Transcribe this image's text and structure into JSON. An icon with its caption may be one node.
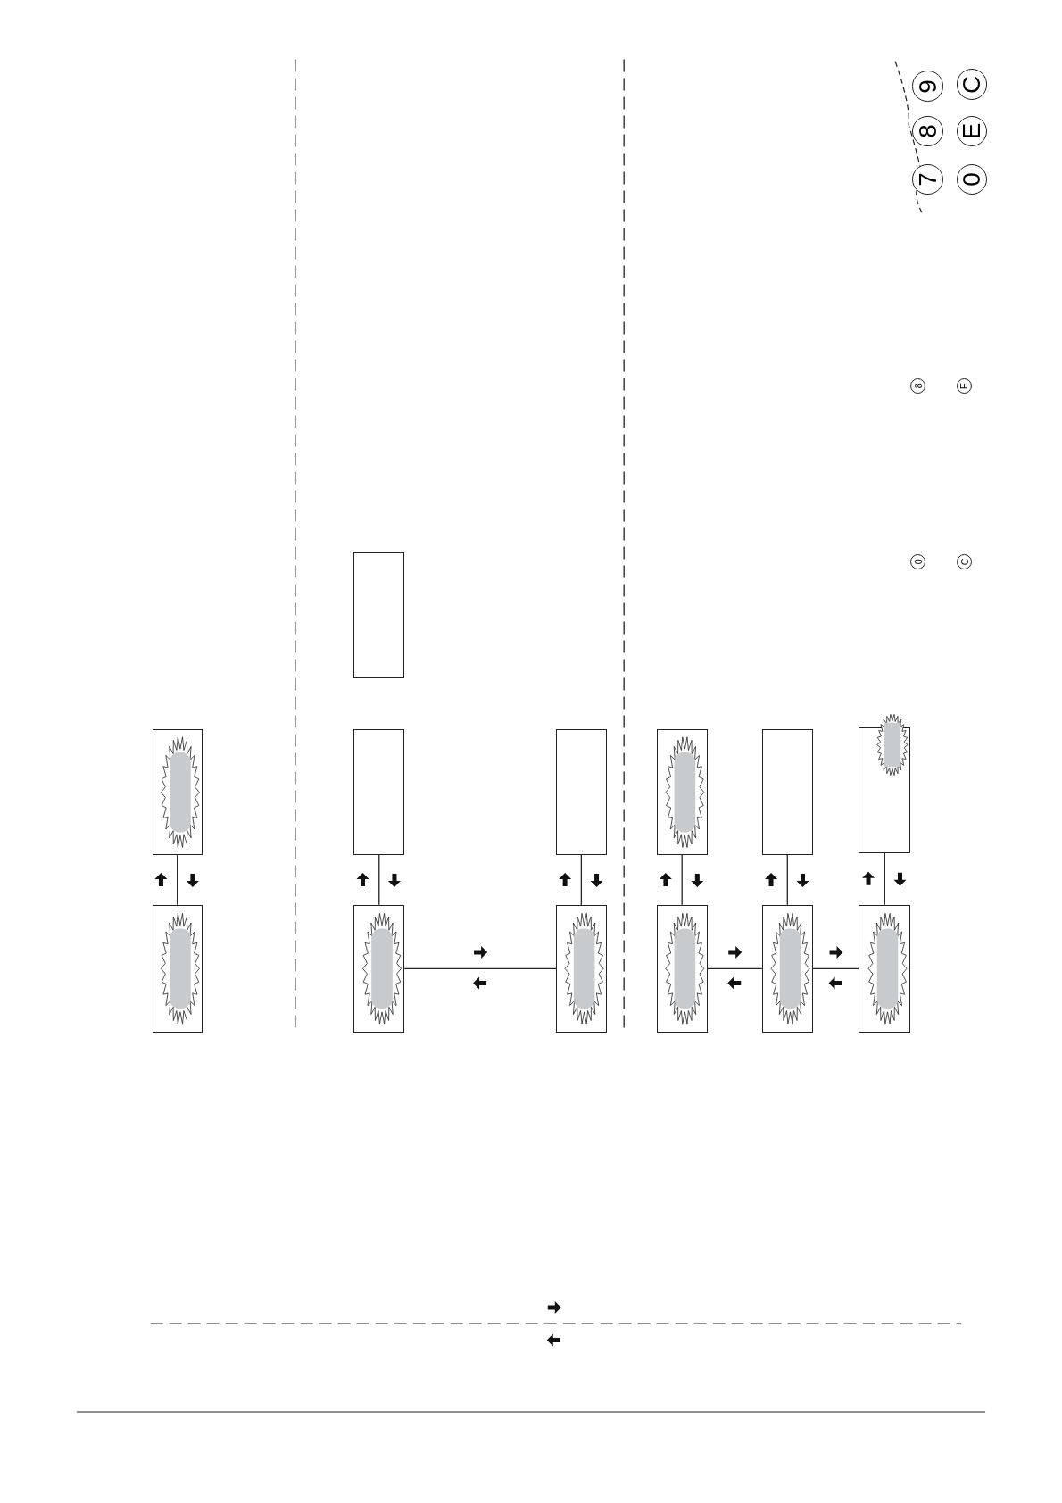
{
  "diagram": {
    "nodes": [
      {
        "text": [],
        "shape": "box"
      },
      {
        "text": [],
        "shape": "box"
      },
      {
        "text": [],
        "shape": "box"
      },
      {
        "text": [],
        "shape": "box"
      },
      {
        "text": [],
        "shape": "box"
      },
      {
        "text": [],
        "shape": "box"
      },
      {
        "text": [],
        "shape": "box"
      },
      {
        "text": [],
        "shape": "box"
      },
      {
        "text": [],
        "shape": "box"
      },
      {
        "text": [],
        "shape": "box"
      },
      {
        "text": [],
        "shape": "box"
      },
      {
        "text": [],
        "shape": "box"
      },
      {
        "text": [],
        "shape": "box"
      },
      {
        "text": [
          "7"
        ]
      },
      {
        "text": [
          "8"
        ]
      },
      {
        "text": [
          "9"
        ]
      },
      {
        "text": [
          "0"
        ]
      },
      {
        "text": [
          "E"
        ]
      },
      {
        "text": [
          "C"
        ]
      },
      {
        "text": [
          "8"
        ]
      },
      {
        "text": [
          "E"
        ]
      },
      {
        "text": [
          "0"
        ]
      },
      {
        "text": [
          "C"
        ]
      }
    ],
    "edges": [
      {
        "from": 0,
        "to": 1,
        "arrow": "none"
      },
      {
        "from": 3,
        "to": 4,
        "arrow": "none"
      },
      {
        "from": 5,
        "to": 6,
        "arrow": "none"
      },
      {
        "from": 4,
        "to": 6,
        "arrow": "none"
      },
      {
        "from": 7,
        "to": 8,
        "arrow": "none"
      },
      {
        "from": 9,
        "to": 10,
        "arrow": "none"
      },
      {
        "from": 11,
        "to": 12,
        "arrow": "none"
      },
      {
        "from": 8,
        "to": 10,
        "arrow": "none"
      },
      {
        "from": 10,
        "to": 12,
        "arrow": "none"
      }
    ]
  }
}
